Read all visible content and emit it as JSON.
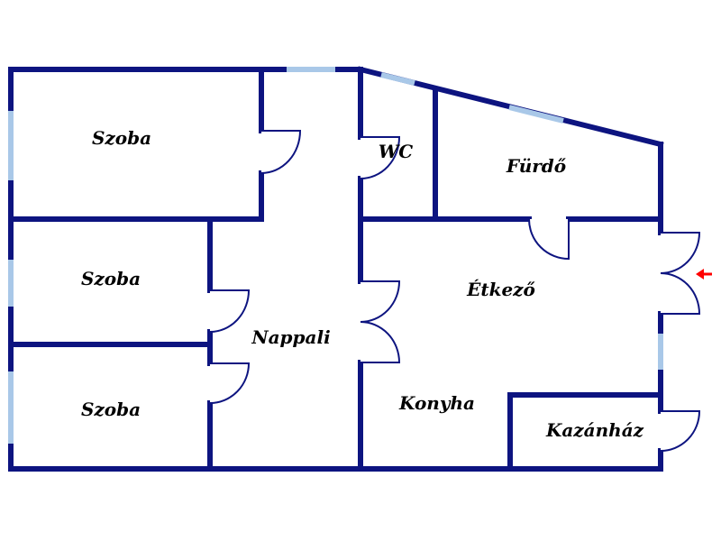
{
  "rooms": {
    "szoba_1": "Szoba",
    "szoba_2": "Szoba",
    "szoba_3": "Szoba",
    "wc": "WC",
    "furdo": "Fürdő",
    "nappali": "Nappali",
    "etkezo": "Étkező",
    "konyha": "Konyha",
    "kazanhaz": "Kazánház"
  },
  "colors": {
    "wall": "#0d1480",
    "window": "#a9c8e8",
    "entrance_arrow": "#ff0000"
  }
}
